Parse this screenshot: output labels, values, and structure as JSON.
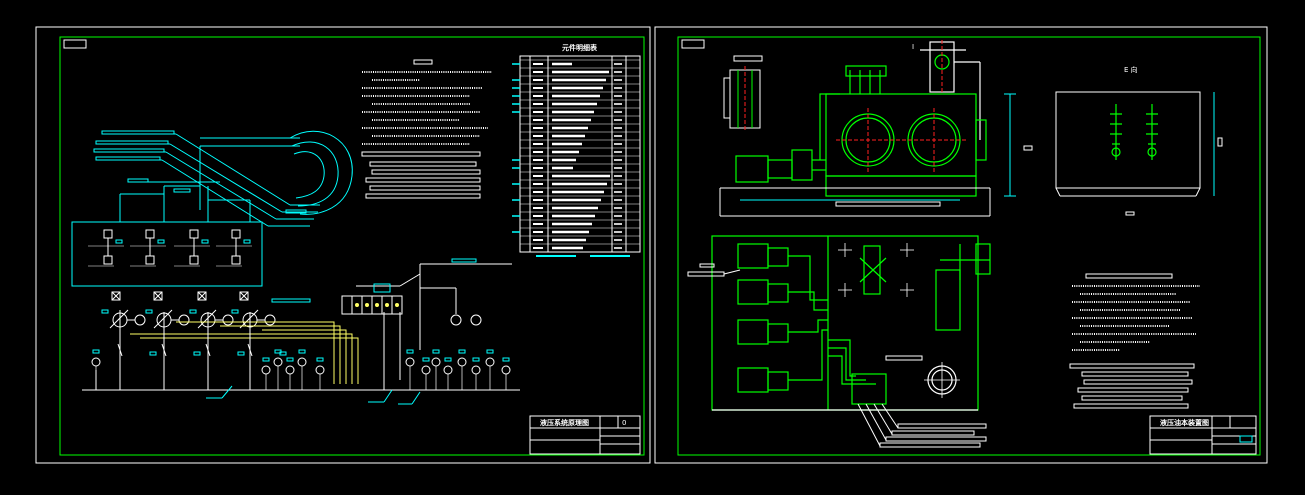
{
  "left_sheet": {
    "table_title": "元件明细表",
    "title_block": {
      "drawing_name": "液压系统原理图",
      "sheet_no": "0"
    }
  },
  "right_sheet": {
    "top_view_label": "Ⅰ",
    "side_view_label": "E 向",
    "title_block": {
      "drawing_name": "液压油本装置图"
    }
  },
  "colors": {
    "background": "#000000",
    "frame": "#00ff00",
    "hydraulic_line": "#00ffff",
    "return_line": "#ffff66",
    "component": "#ffffff",
    "centerline": "#ff2020",
    "dimension": "#00ffff"
  }
}
